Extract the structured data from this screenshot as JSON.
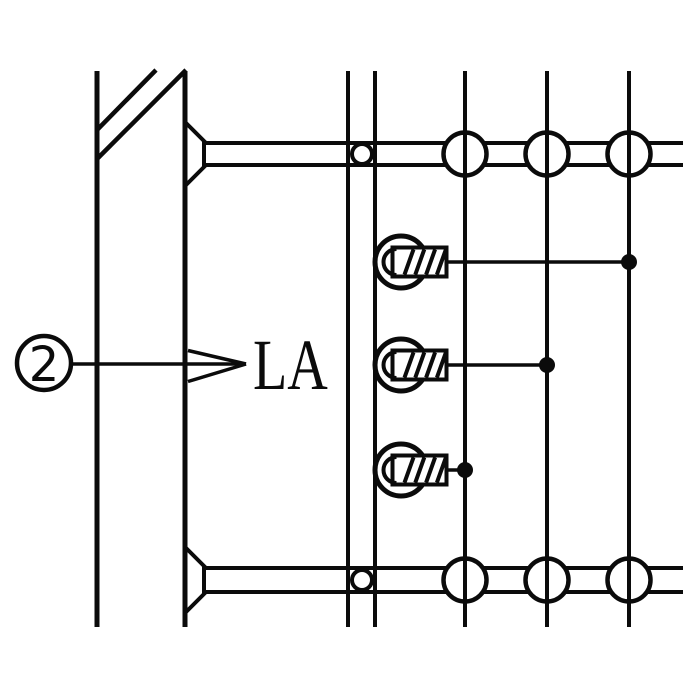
{
  "diagram": {
    "type": "electrical-single-line-diagram",
    "background": "#ffffff",
    "line_color": "#0b0b0b",
    "callout": {
      "number": "2",
      "target_label": "LA"
    },
    "symbols": {
      "arrester_label": "LA",
      "arrester_symbol_count": 3,
      "top_bus_insulator_count": 3,
      "bottom_bus_insulator_count": 3,
      "small_junction_node_count": 2,
      "feeder_line_count": 5
    }
  }
}
